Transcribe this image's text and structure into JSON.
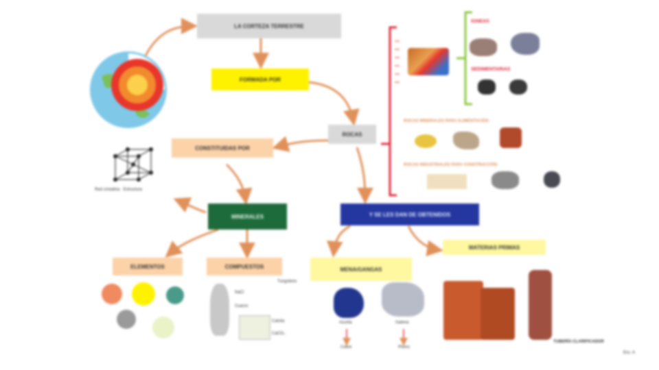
{
  "colors": {
    "arrow": "#e0915a",
    "bracket_red": "#e0283a",
    "bracket_green": "#8cc63f",
    "yellow": "#fff200",
    "light_yellow": "#fff8a0",
    "peach": "#fcd2a8",
    "dark_green": "#1d6b3a",
    "navy": "#2437a0",
    "grey_box": "#d9d9d9"
  },
  "nodes": {
    "corteza": "LA CORTEZA TERRESTRE",
    "formada_por": "FORMADA POR",
    "rocas": "ROCAS",
    "constituidas_por": "CONSTITUIDAS POR",
    "minerales": "MINERALES",
    "uso": "Y SE LES DAN DE OBTENIDOS",
    "elementos": "ELEMENTOS",
    "compuestos": "COMPUESTOS",
    "menas": "MENA/GANGAS",
    "materias_primas": "MATERIAS PRIMAS"
  },
  "rock_types": {
    "igneas_title": "IGNEAS",
    "sedim_title": "SEDIMENTARIAS",
    "group1": "ROCAS MINERALES PARA ALIMENTACIÓN",
    "group2": "ROCAS INDUSTRIALES PARA CONSTRUCCIÓN"
  },
  "labels": {
    "red_cristalina": "Red cristalina · Estructura",
    "compound_1": "NaCl",
    "compound_2": "Cuarzo",
    "compound_3": "Calcita",
    "compound_4": "CaCO₃",
    "extra": "Tungsteno",
    "mineral_1": "Azurita",
    "mineral_2": "Galena",
    "product_1": "Cobre",
    "product_2": "Plomo",
    "bottom_right": "TUBERÍA CLARIFICADOR",
    "bottom_right_2": "Esc. A"
  },
  "icons": [
    "earth-layers-icon",
    "crystal-lattice-icon",
    "rock-sample-icon",
    "mineral-sample-icon",
    "brick-icon",
    "pipe-icon"
  ]
}
